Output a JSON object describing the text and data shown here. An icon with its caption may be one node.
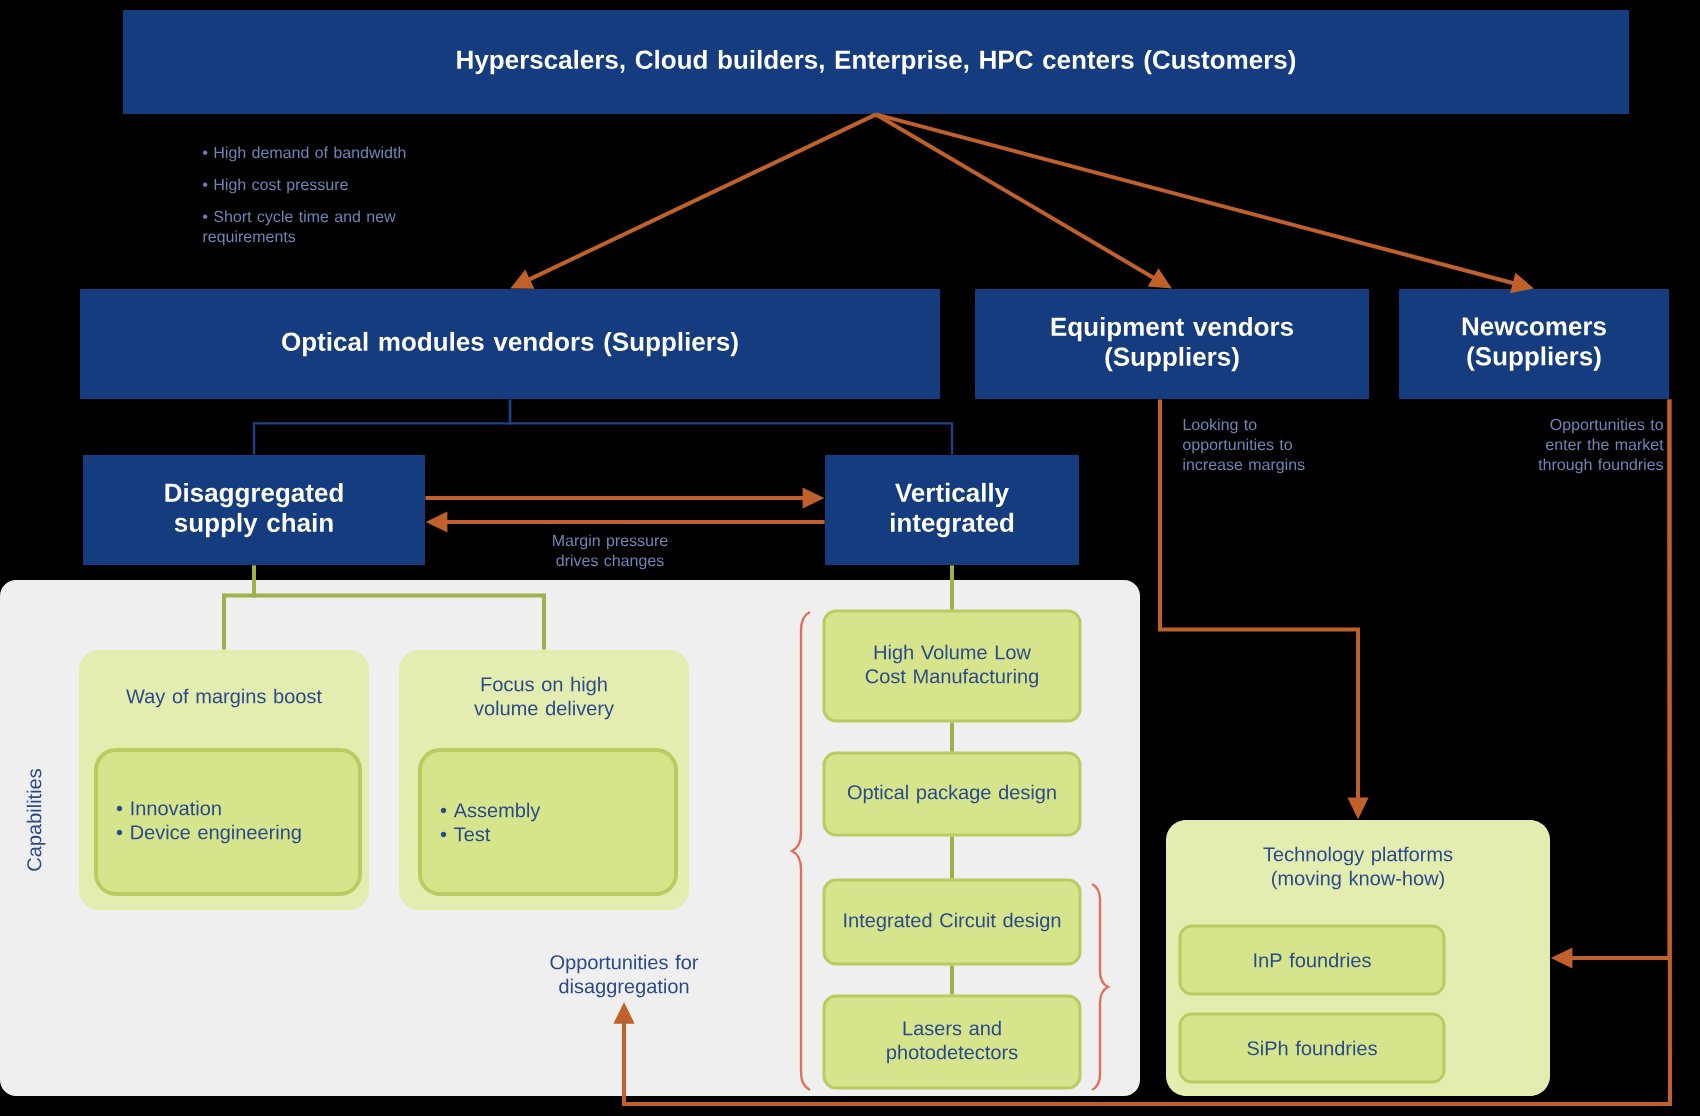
{
  "diagram": {
    "nodes": [
      {
        "text": [
          "Hyperscalers, Cloud builders, Enterprise, HPC centers (Customers)"
        ]
      },
      {
        "text": [
          "Optical modules vendors (Suppliers)"
        ]
      },
      {
        "text": [
          "Equipment vendors (Suppliers)"
        ]
      },
      {
        "text": [
          "Newcomers (Suppliers)"
        ]
      },
      {
        "text": [
          "Disaggregated supply chain"
        ]
      },
      {
        "text": [
          "Vertically integrated"
        ]
      },
      {
        "text": [
          "Capabilities"
        ]
      },
      {
        "text": [
          "Way of margins boost"
        ],
        "in": 6
      },
      {
        "text": [
          "• Innovation",
          "• Device engineering"
        ],
        "in": 7
      },
      {
        "text": [
          "Focus on high volume delivery"
        ],
        "in": 6
      },
      {
        "text": [
          "• Assembly",
          "• Test"
        ],
        "in": 9
      },
      {
        "text": [
          "High Volume Low Cost Manufacturing"
        ],
        "in": 6
      },
      {
        "text": [
          "Optical package design"
        ],
        "in": 6
      },
      {
        "text": [
          "Integrated Circuit design"
        ],
        "in": 6
      },
      {
        "text": [
          "Lasers and photodetectors"
        ],
        "in": 6
      },
      {
        "text": [
          "Opportunities for disaggregation"
        ],
        "in": 6
      },
      {
        "text": [
          "Technology platforms (moving know-how)"
        ]
      },
      {
        "text": [
          "InP foundries"
        ],
        "in": 16
      },
      {
        "text": [
          "SiPh foundries"
        ],
        "in": 16
      }
    ],
    "edges": [
      {
        "from": 0,
        "to": 1,
        "arrow": "to"
      },
      {
        "from": 0,
        "to": 2,
        "arrow": "to"
      },
      {
        "from": 0,
        "to": 3,
        "arrow": "to"
      },
      {
        "from": 4,
        "to": 5,
        "arrow": "to"
      },
      {
        "from": 5,
        "to": 4,
        "arrow": "to"
      },
      {
        "from": 1,
        "to": 4,
        "arrow": "none",
        "color": "#1f3f86"
      },
      {
        "from": 1,
        "to": 5,
        "arrow": "none",
        "color": "#1f3f86"
      },
      {
        "from": 4,
        "to": 7,
        "arrow": "none",
        "color": "#9bb34a"
      },
      {
        "from": 4,
        "to": 9,
        "arrow": "none",
        "color": "#9bb34a"
      },
      {
        "from": 5,
        "to": 11,
        "arrow": "none",
        "color": "#9bb34a"
      },
      {
        "from": 11,
        "to": 12,
        "arrow": "none",
        "color": "#9bb34a"
      },
      {
        "from": 12,
        "to": 13,
        "arrow": "none",
        "color": "#9bb34a"
      },
      {
        "from": 13,
        "to": 14,
        "arrow": "none",
        "color": "#9bb34a"
      },
      {
        "from": 2,
        "to": 16,
        "arrow": "to"
      },
      {
        "from": 3,
        "to": 16,
        "arrow": "to"
      },
      {
        "from": 3,
        "to": 15,
        "arrow": "to"
      }
    ],
    "labels": [
      "• High demand of bandwidth",
      "• High cost pressure",
      "• Short cycle time and new requirements",
      "Margin pressure drives changes",
      "Looking to opportunities to increase margins",
      "Opportunities to enter the market through foundries"
    ]
  }
}
